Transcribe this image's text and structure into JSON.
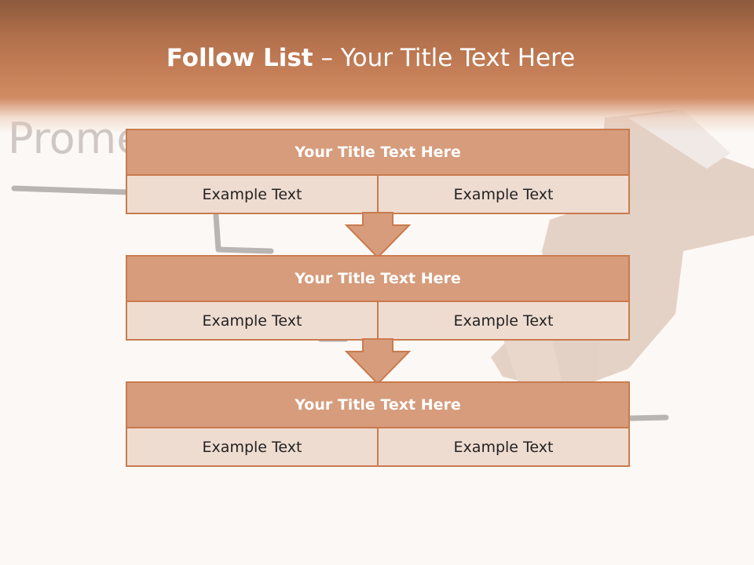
{
  "slide": {
    "title_bold": "Follow List",
    "title_rest": " – Your Title Text Here"
  },
  "background": {
    "watermark_text": "Prome"
  },
  "steps": [
    {
      "title": "Your Title Text Here",
      "left": "Example Text",
      "right": "Example Text"
    },
    {
      "title": "Your Title Text Here",
      "left": "Example Text",
      "right": "Example Text"
    },
    {
      "title": "Your Title Text Here",
      "left": "Example Text",
      "right": "Example Text"
    }
  ],
  "colors": {
    "accent": "#c97b4e",
    "header_fill": "#d69c7c",
    "cell_fill": "#efdcd1"
  }
}
